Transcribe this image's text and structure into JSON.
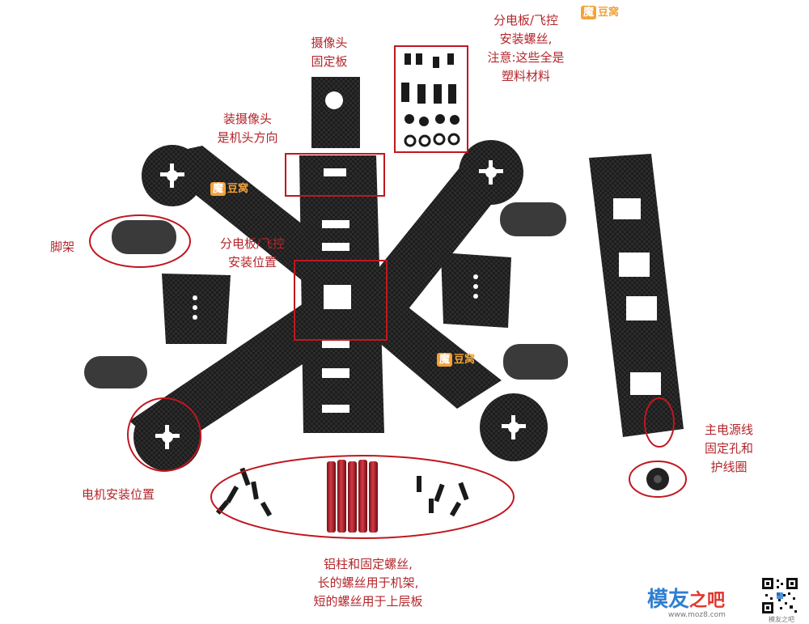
{
  "labels": {
    "camera_plate": [
      "摄像头",
      "固定板"
    ],
    "camera_direction": [
      "装摄像头",
      "是机头方向"
    ],
    "pdb_screws": [
      "分电板/飞控",
      "安装螺丝,",
      "注意:这些全是",
      "塑料材料"
    ],
    "legs": "脚架",
    "pdb_position": [
      "分电板/飞控",
      "安装位置"
    ],
    "motor_position": "电机安装位置",
    "standoffs": [
      "铝柱和固定螺丝,",
      "长的螺丝用于机架,",
      "短的螺丝用于上层板"
    ],
    "power_wire": [
      "主电源线",
      "固定孔和",
      "护线圈"
    ]
  },
  "watermark": {
    "mo": "魔",
    "doudou": "豆窝"
  },
  "site": {
    "name_a": "模友",
    "name_b": "之吧",
    "url": "www.moz8.com",
    "qr_caption": "模友之吧"
  },
  "colors": {
    "annotation": "#b3262b",
    "carbon": "#1c1c1c",
    "standoff": "#b0202b",
    "watermark": "#f2a23a",
    "site": "#2f7fd0"
  }
}
